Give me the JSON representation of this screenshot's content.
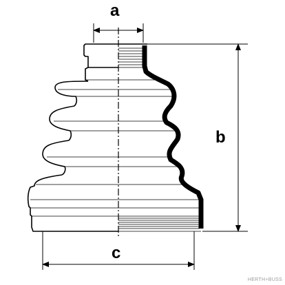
{
  "labels": {
    "a": "a",
    "b": "b",
    "c": "c"
  },
  "watermark": "HERTH+BUSS",
  "colors": {
    "line": "#000000",
    "background": "#ffffff",
    "watermark": "#9a9a9a"
  }
}
